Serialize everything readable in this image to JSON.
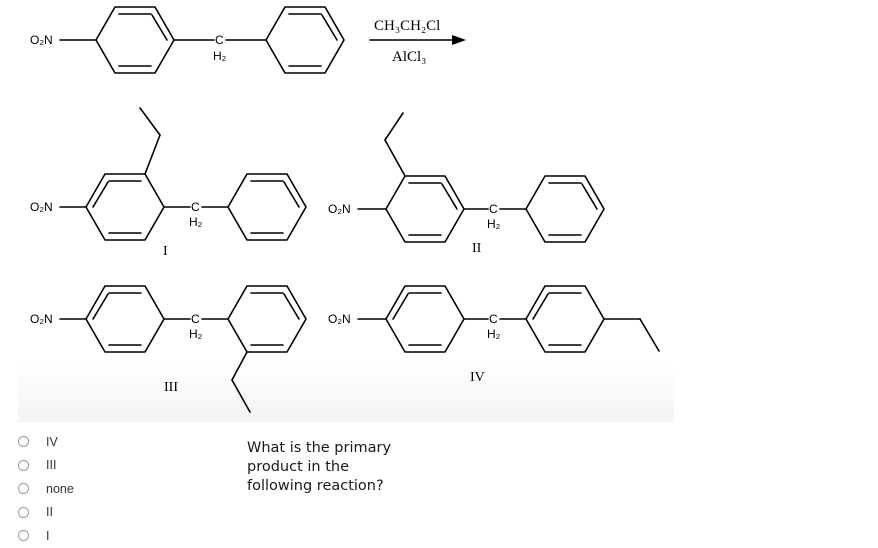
{
  "scheme": {
    "atom_labels": {
      "nitro_group": "O₂N",
      "methylene_carbon": "C",
      "methylene_hydrogens": "H₂"
    },
    "reagent_top": "CH₃CH₂Cl",
    "reagent_bottom": "AlCl₃",
    "structure_labels": [
      "I",
      "II",
      "III",
      "IV"
    ]
  },
  "question": "What is the primary product in the following reaction?",
  "options": [
    {
      "label": "IV"
    },
    {
      "label": "III"
    },
    {
      "label": "none"
    },
    {
      "label": "II"
    },
    {
      "label": "I"
    }
  ]
}
